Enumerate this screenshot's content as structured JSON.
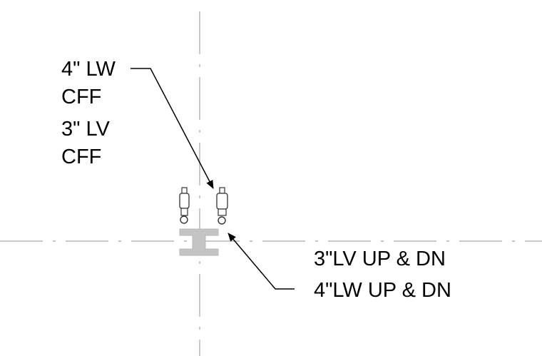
{
  "notes": {
    "top_line_1": "4\" LW",
    "top_line_2": "CFF",
    "top_line_3": "3\" LV",
    "top_line_4": "CFF",
    "bottom_line_1": "3\"LV UP & DN",
    "bottom_line_2": "4\"LW UP & DN"
  },
  "colors": {
    "linework": "#000000",
    "gridline": "#a6a6a6",
    "structural_column": "#c4c4c4",
    "fixture": "#333333",
    "background": "#ffffff"
  }
}
